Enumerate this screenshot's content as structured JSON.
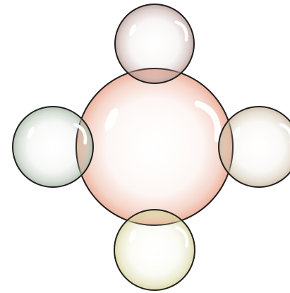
{
  "diagram": {
    "type": "bubble-cluster",
    "center_bubble": {
      "color": "#e9a58c"
    },
    "satellite_bubbles": [
      {
        "position": "top",
        "color": "#b79a94"
      },
      {
        "position": "left",
        "color": "#a7b7a4"
      },
      {
        "position": "right",
        "color": "#c9b9a0"
      },
      {
        "position": "bottom",
        "color": "#d6d39a"
      }
    ],
    "outline_color": "#1f1f1f"
  }
}
